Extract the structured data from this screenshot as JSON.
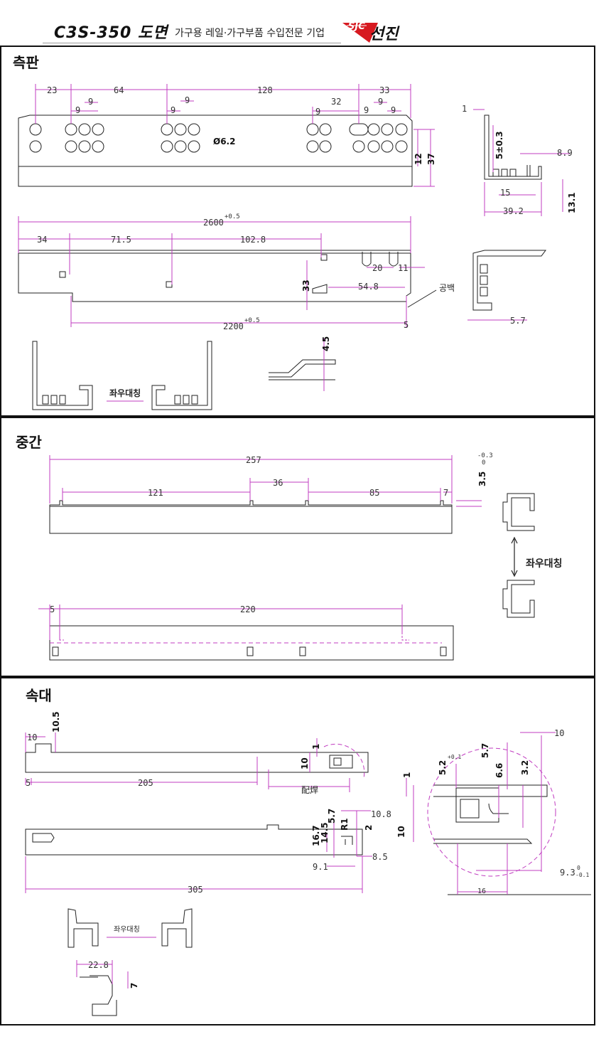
{
  "header": {
    "model": "C3S-350 도면",
    "tagline": "가구용 레일·가구부품 수입전문 기업",
    "logo_text": "SJC",
    "brand": "선진"
  },
  "sections": {
    "side": {
      "title": "측판",
      "dims_top": [
        "23",
        "64",
        "128",
        "33",
        "9",
        "9",
        "9",
        "9",
        "32",
        "9",
        "9",
        "9",
        "9"
      ],
      "hole": "Ø6.2",
      "height_12": "12",
      "height_37": "37",
      "profile": {
        "d1": "1",
        "d2": "5±0.3",
        "d3": "8.9",
        "d4": "15",
        "d5": "39.2",
        "d6": "13.1"
      },
      "length_2600": "2600",
      "tol_05": "+0.5",
      "dims_mid": [
        "34",
        "71.5",
        "102.8"
      ],
      "d20": "20",
      "d11": "11",
      "d33": "33",
      "d548": "54.8",
      "gap_note": "공백",
      "length_2200": "2200",
      "d5": "5",
      "d57": "5.7",
      "d45": "4.5",
      "symmetry": "좌우대칭"
    },
    "middle": {
      "title": "중간",
      "d257": "257",
      "d121": "121",
      "d36": "36",
      "d85": "85",
      "d7": "7",
      "thickness": "3.5",
      "tol_a": "0",
      "tol_b": "-0.3",
      "d5": "5",
      "d220": "220",
      "symmetry": "좌우대칭"
    },
    "inner": {
      "title": "속대",
      "d10": "10",
      "d105": "10.5",
      "d1": "1",
      "d10b": "10",
      "d5": "5",
      "d205": "205",
      "weld": "配焊",
      "d57": "5.7",
      "d108": "10.8",
      "d167": "16.7",
      "d145": "14.5",
      "r1": "R1",
      "d2": "2",
      "d85": "8.5",
      "d91": "9.1",
      "d305": "305",
      "symmetry": "좌우대칭",
      "d228": "22.8",
      "d7": "7",
      "detail": {
        "d10top": "10",
        "d1": "1",
        "d52": "5.2",
        "tol52": "+0.1",
        "d57": "5.7",
        "d66": "6.6",
        "d32": "3.2",
        "d10": "10",
        "d16": "16",
        "d93": "9.3",
        "tol93a": "0",
        "tol93b": "-0.1"
      }
    }
  },
  "colors": {
    "dimension": "#c03cc0",
    "outline": "#222222"
  }
}
